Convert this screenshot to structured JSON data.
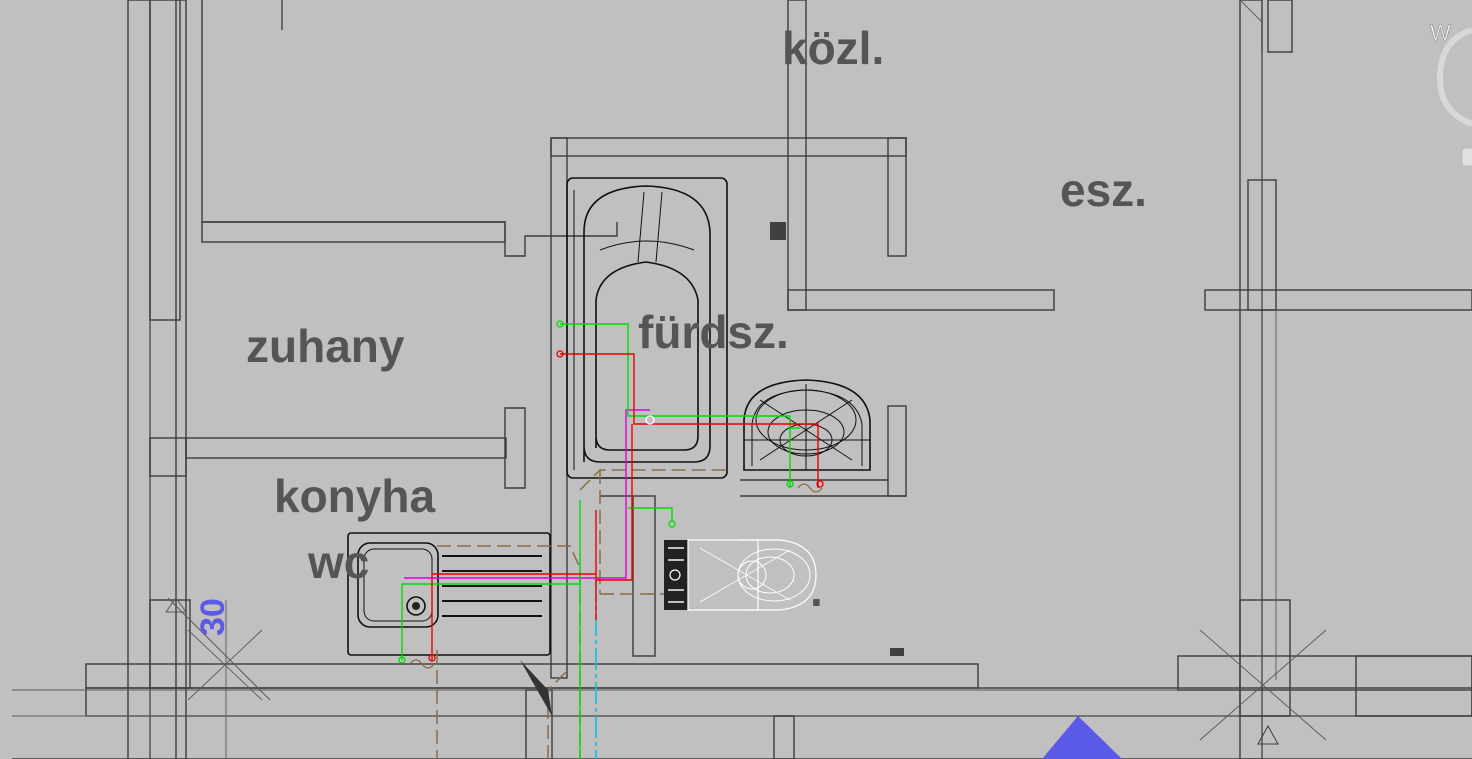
{
  "rooms": {
    "kozl": "közl.",
    "esz": "esz.",
    "furdsz": "fürdsz.",
    "zuhany": "zuhany",
    "konyha": "konyha",
    "wc": "wc",
    "wc_fragment": "."
  },
  "dimension": {
    "value": "30"
  },
  "corner_label": "W",
  "colors": {
    "background": "#c0c0c0",
    "wall": "#3c3c3c",
    "label": "#555555",
    "dimension": "#5a5ae6",
    "cold_water": "#00dd00",
    "hot_water": "#ee0000",
    "circulation": "#dd00dd",
    "drain": "#8b6a46",
    "cyan_line": "#00c8dc",
    "nav_marker": "#5a5ae6"
  }
}
